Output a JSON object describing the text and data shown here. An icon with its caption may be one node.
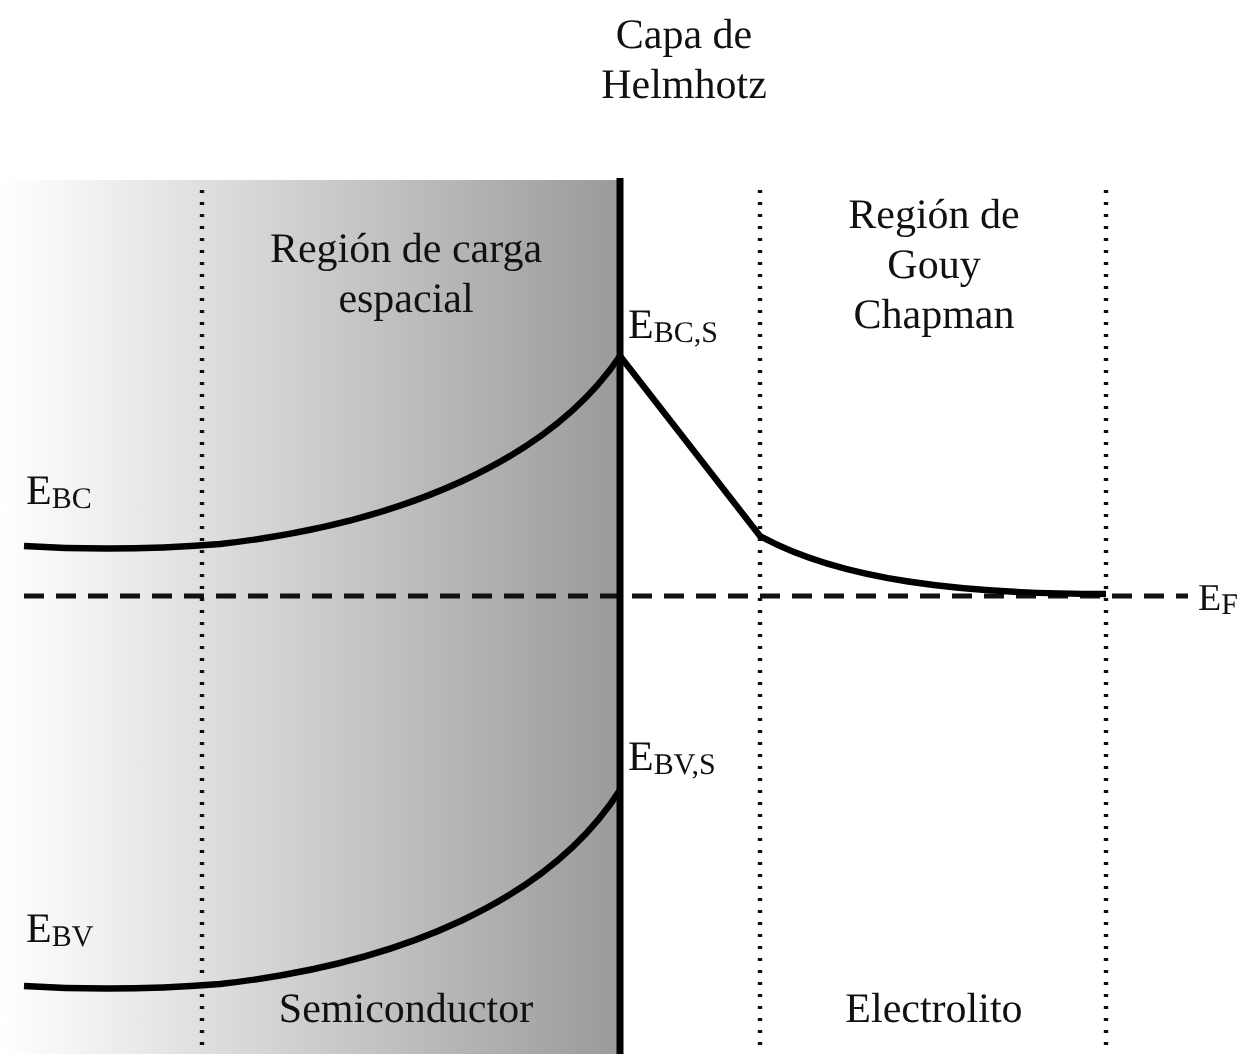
{
  "diagram": {
    "labels": [
      "Capa de Helmhotz",
      "Región de carga espacial",
      "Región de Gouy Chapman",
      "E$_{BC,S}$",
      "E$_{BC}$",
      "E$_{F}$",
      "E$_{BV,S}$",
      "E$_{BV}$",
      "Semiconductor",
      "Electrolito"
    ]
  }
}
